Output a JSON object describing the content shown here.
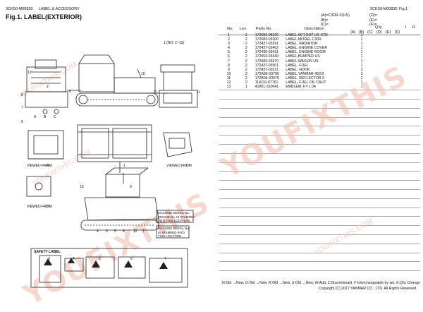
{
  "header": {
    "left_code": "3CK50-M00830",
    "left_title": "LABEL & ACCESSORY",
    "fig_title": "Fig.1.  LABEL(EXTERIOR)",
    "right_code": "3CK50-M00830",
    "right_fig": "Fig.1",
    "model_legend": [
      "(A)=C30R-3(US)",
      "(B)=",
      "(C)="
    ],
    "model_legend2": [
      "(D)=",
      "(E)=",
      "(F)="
    ]
  },
  "columns": {
    "no": "No.",
    "lev": "Lev.",
    "parts_no": "Parts No.",
    "description": "Description",
    "qty": "Q'ty",
    "i": "I",
    "r": "R",
    "qty_cols": [
      "(A)",
      "(B)",
      "(C)",
      "(D)",
      "(E)",
      "(F)"
    ]
  },
  "parts": [
    {
      "no": "1",
      "lev": "1",
      "parts_no": "172683-08220",
      "desc": "LABEL SET,OUT US STD",
      "qty": "1"
    },
    {
      "no": "2",
      "lev": "2",
      "parts_no": "172683-03200",
      "desc": "LABEL,MODEL C30R",
      "qty": "1"
    },
    {
      "no": "3",
      "lev": "2",
      "parts_no": "172437-03391",
      "desc": "LABEL, RADIATOR",
      "qty": "1"
    },
    {
      "no": "4",
      "lev": "2",
      "parts_no": "172437-03402",
      "desc": "LABEL, ENGINE COVER",
      "qty": "1"
    },
    {
      "no": "5",
      "lev": "2",
      "parts_no": "172436-03411",
      "desc": "LABEL, ENGINE ROOM",
      "qty": "1"
    },
    {
      "no": "6",
      "lev": "2",
      "parts_no": "172653-03440",
      "desc": "LABEL,BUMPER US",
      "qty": "1"
    },
    {
      "no": "7",
      "lev": "2",
      "parts_no": "172683-03470",
      "desc": "LABEL,WAGON US",
      "qty": "1"
    },
    {
      "no": "8",
      "lev": "2",
      "parts_no": "172437-03501",
      "desc": "LABEL, FUEL",
      "qty": "1"
    },
    {
      "no": "9",
      "lev": "2",
      "parts_no": "172437-03511",
      "desc": "LABEL, HOOK",
      "qty": "3"
    },
    {
      "no": "10",
      "lev": "2",
      "parts_no": "172A86-03790",
      "desc": "LABEL,YANMAR 450 B",
      "qty": "3"
    },
    {
      "no": "11",
      "lev": "2",
      "parts_no": "172B04-03970",
      "desc": "LABEL, REFLECTOR S",
      "qty": "2"
    },
    {
      "no": "12",
      "lev": "2",
      "parts_no": "114110-07761",
      "desc": "LABEL, FUEL OIL CAUT",
      "qty": "1"
    },
    {
      "no": "13",
      "lev": "1",
      "parts_no": "41801-310041",
      "desc": "EMBLEM, FY L 04",
      "qty": "1"
    }
  ],
  "diagram": {
    "callout_range": "1  (NO. 2~12)",
    "view_labels": [
      "VIEWED FROM",
      "VIEWED FROM",
      "VIEWED FROM"
    ],
    "circle_letters": [
      "A",
      "B",
      "C",
      "A",
      "B",
      "C"
    ],
    "serial_note_1": [
      "MACHINE SERIAL No.",
      "ENGINE No. IS STAMPED",
      "INTO THIS LOCATION."
    ],
    "serial_note_2": [
      "MACHINE SERIAL No.",
      "IS STAMPED INTO",
      "THIS LOCATION."
    ],
    "safety_title": "SAFETY LABEL",
    "safety_nums": [
      "3",
      "4",
      "5",
      "6",
      "7"
    ],
    "callout_nums_top": [
      "12",
      "6",
      "10",
      "11",
      "11"
    ],
    "callout_nums_bottom": [
      "10",
      "4",
      "3",
      "5",
      "8",
      "12",
      "7",
      "9"
    ],
    "callout_left": [
      "8",
      "7",
      "9",
      "2",
      "1"
    ]
  },
  "footer": {
    "codes": "N:Old  →New, O:Old  →New, R:Old  →New, S:Old  →New, W:Add, Z:Discontinued, F:Interchangeable by set, K:Q'ty Change",
    "copyright": "Copyright (C) 2017 YANMAR CO., LTD. All Rights Reserved."
  },
  "watermark": "YOUFIXTHIS",
  "watermark_small": [
    "YOUFIXTHIS.COM",
    "YOUFIXTHIS.COM",
    "YOUFIXTHIS.COM"
  ]
}
